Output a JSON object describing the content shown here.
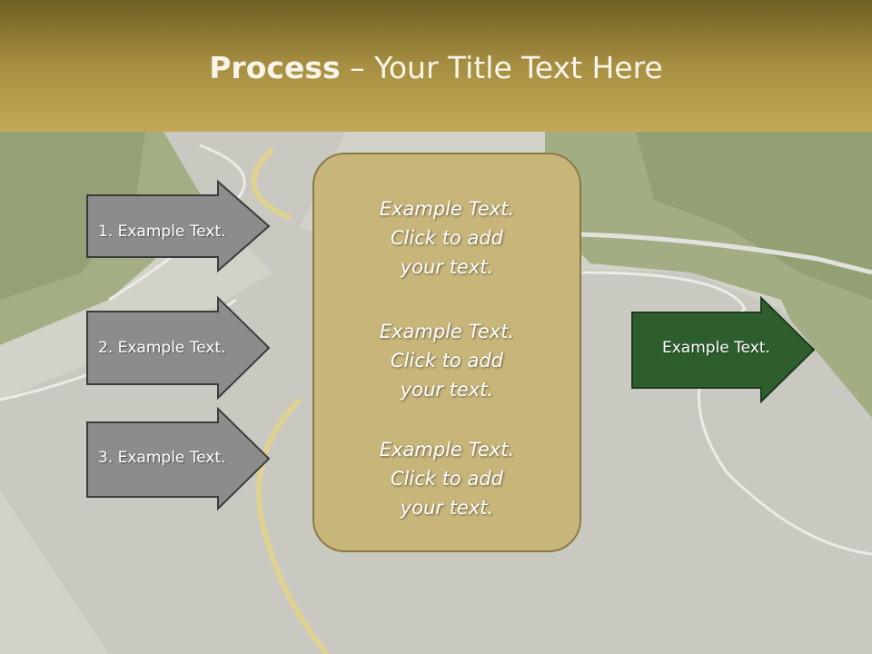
{
  "title": {
    "bold": "Process",
    "rest": " – Your Title Text Here"
  },
  "left_arrows": [
    {
      "label": "1. Example Text."
    },
    {
      "label": "2. Example Text."
    },
    {
      "label": "3. Example Text."
    }
  ],
  "center_box": {
    "paragraphs": [
      {
        "line1": "Example Text.",
        "line2": "Click  to add",
        "line3": "your text."
      },
      {
        "line1": "Example Text.",
        "line2": "Click  to add",
        "line3": "your text."
      },
      {
        "line1": "Example Text.",
        "line2": "Click  to add",
        "line3": "your text."
      }
    ]
  },
  "right_arrow": {
    "label": "Example Text."
  },
  "colors": {
    "header_gold": "#a78f42",
    "left_arrow_fill": "#8c8c8c",
    "center_fill": "#c8b57a",
    "right_arrow_fill": "#2e5e2e"
  }
}
